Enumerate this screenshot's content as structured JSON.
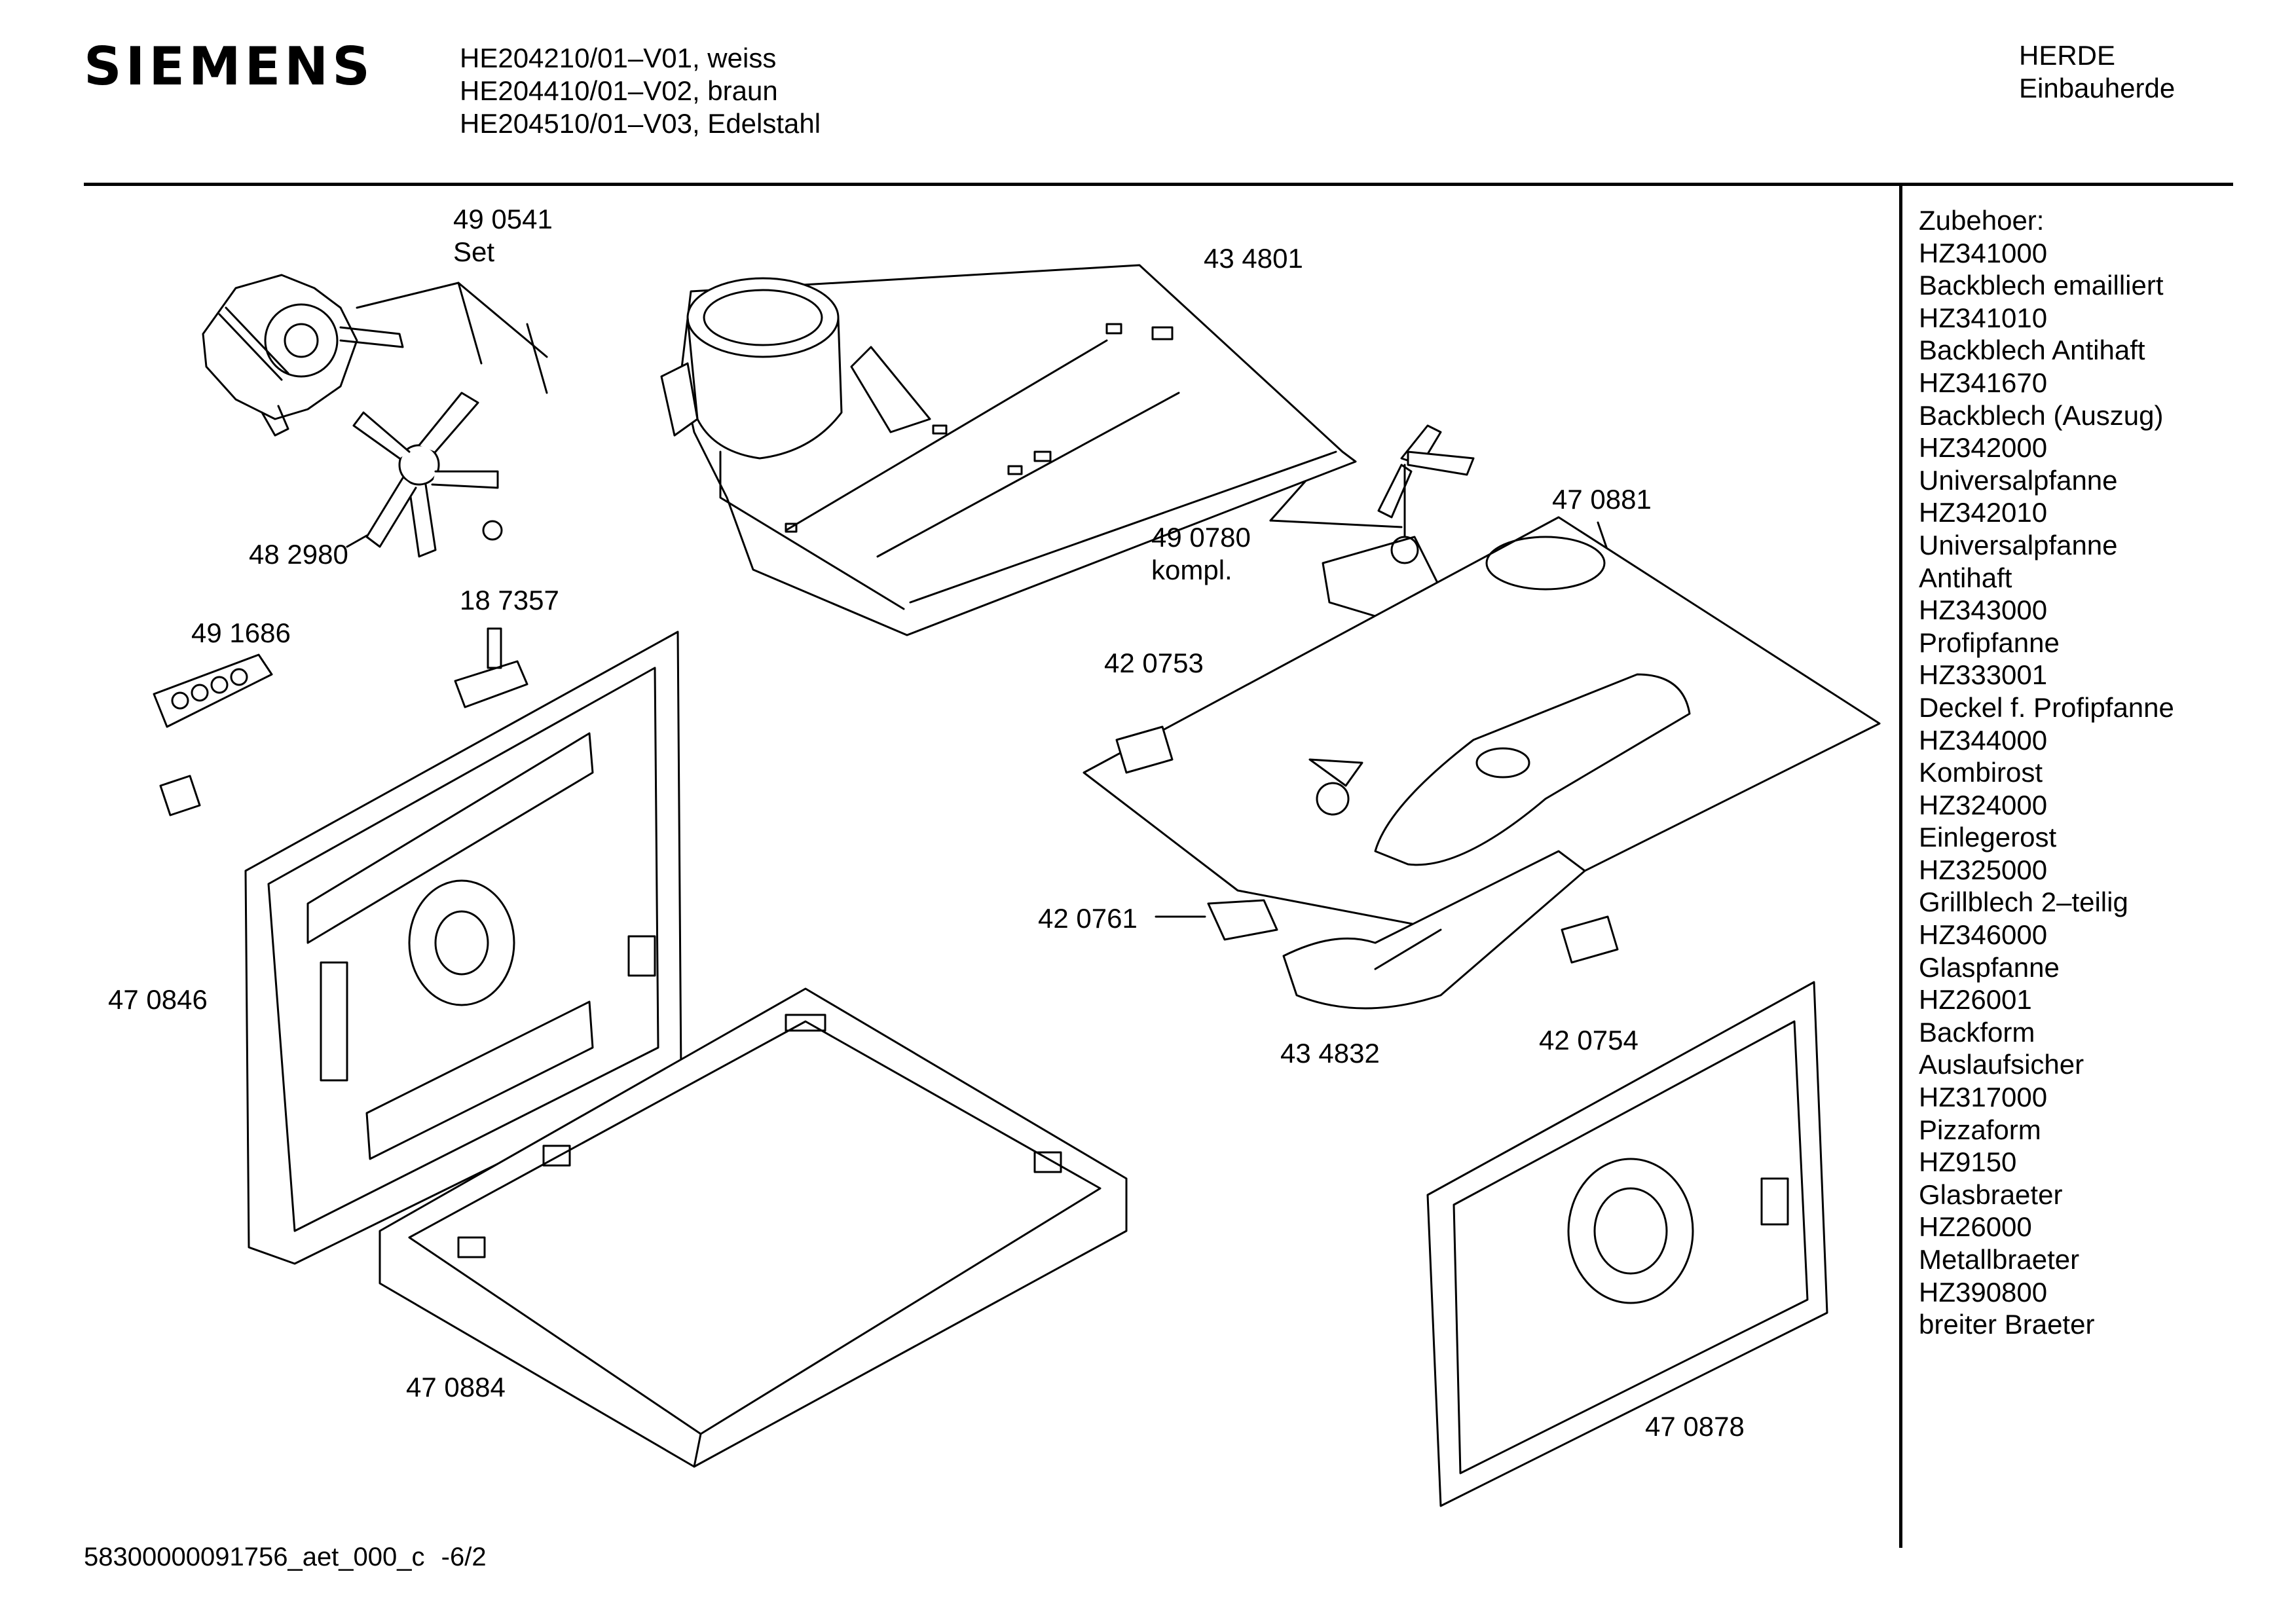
{
  "header": {
    "brand": "SIEMENS",
    "models": [
      "HE204210/01–V01, weiss",
      "HE204410/01–V02, braun",
      "HE204510/01–V03, Edelstahl"
    ],
    "category": [
      "HERDE",
      "Einbauherde"
    ]
  },
  "accessories": [
    "Zubehoer:",
    "HZ341000",
    "Backblech emailliert",
    "HZ341010",
    "Backblech Antihaft",
    "HZ341670",
    "Backblech (Auszug)",
    "HZ342000",
    "Universalpfanne",
    "HZ342010",
    "Universalpfanne",
    "Antihaft",
    "HZ343000",
    "Profipfanne",
    "HZ333001",
    "Deckel f. Profipfanne",
    "HZ344000",
    "Kombirost",
    "HZ324000",
    "Einlegerost",
    "HZ325000",
    "Grillblech 2–teilig",
    "HZ346000",
    "Glaspfanne",
    "HZ26001",
    "Backform",
    "Auslaufsicher",
    "HZ317000",
    "Pizzaform",
    "HZ9150",
    "Glasbraeter",
    "HZ26000",
    "Metallbraeter",
    "HZ390800",
    "breiter Braeter"
  ],
  "parts": {
    "p490541": "49 0541",
    "p490541_note": "Set",
    "p434801": "43 4801",
    "p482980": "48 2980",
    "p187357": "18 7357",
    "p491686": "49 1686",
    "p490780": "49 0780",
    "p490780_note": "kompl.",
    "p470881": "47 0881",
    "p420753": "42 0753",
    "p420761": "42 0761",
    "p434832": "43 4832",
    "p420754": "42 0754",
    "p470846": "47 0846",
    "p470884": "47 0884",
    "p470878": "47 0878"
  },
  "footer": {
    "document_id": "58300000091756_aet_000_c",
    "page": "-6/2"
  }
}
